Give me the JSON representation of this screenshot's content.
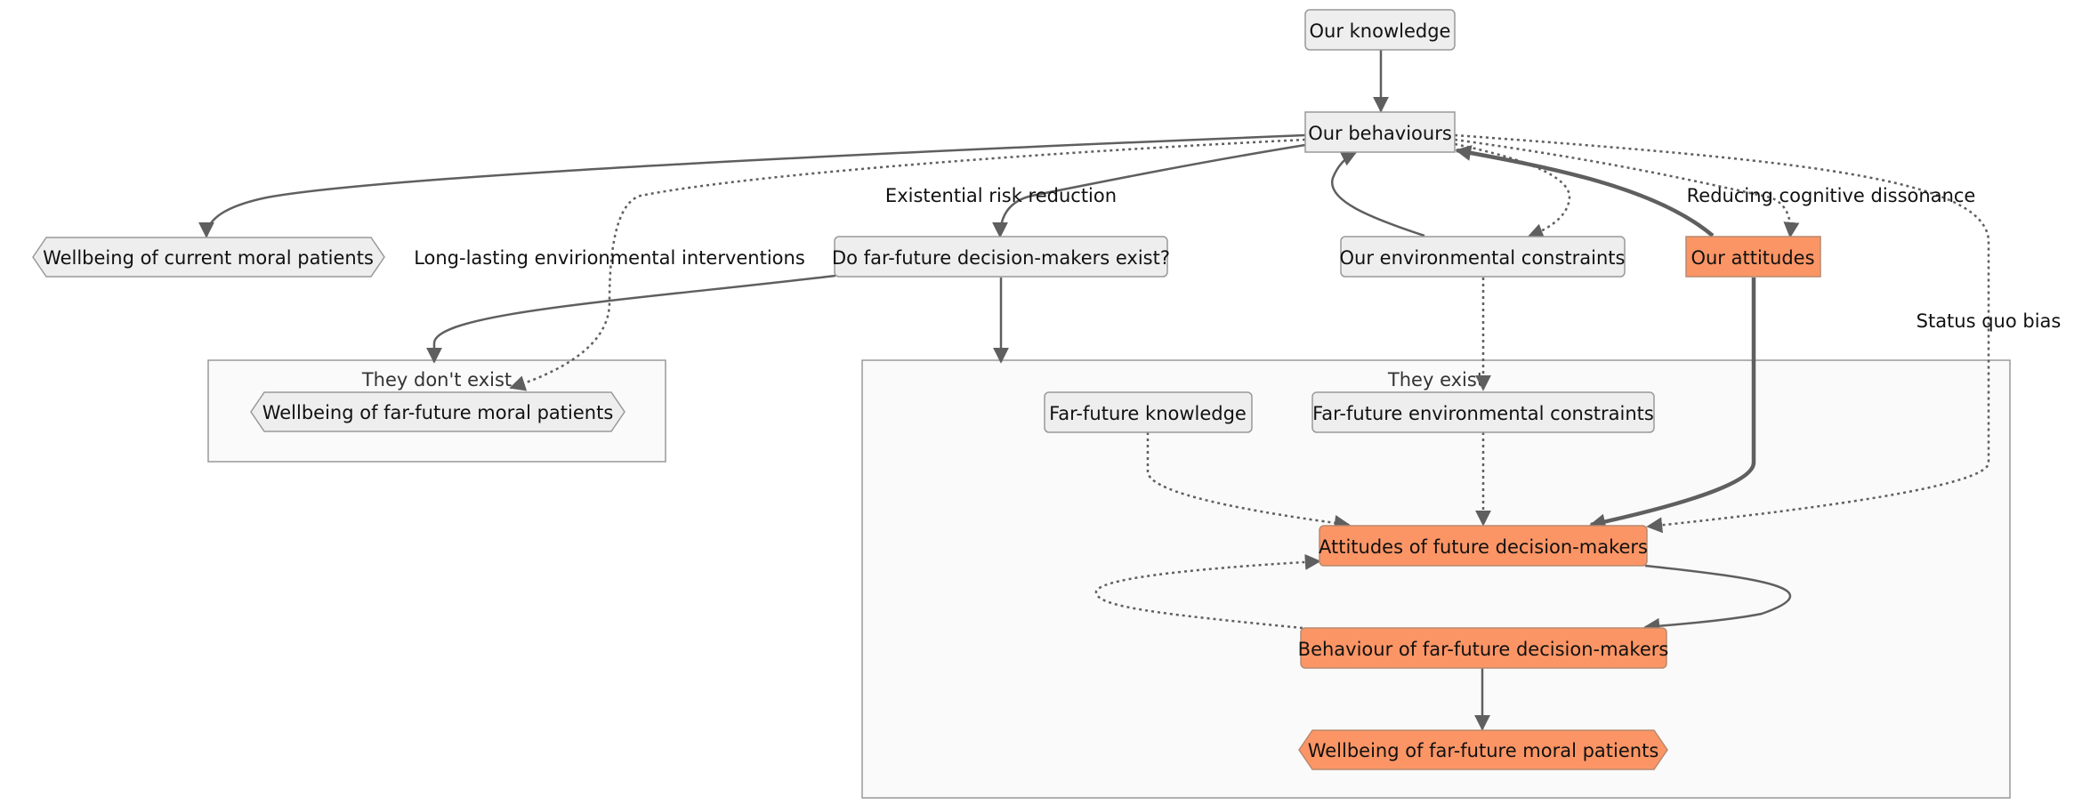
{
  "colors": {
    "node_fill": "#eeeeee",
    "node_stroke": "#999999",
    "highlight_fill": "#fc9565",
    "cluster_fill": "#fafafa",
    "edge": "#5f5f5f"
  },
  "nodes": {
    "our_knowledge": "Our knowledge",
    "our_behaviours": "Our behaviours",
    "wellbeing_current": "Wellbeing of current moral patients",
    "far_future_exist_question": "Do far-future decision-makers exist?",
    "our_env_constraints": "Our environmental constraints",
    "our_attitudes": "Our attitudes",
    "wellbeing_far_future_a": "Wellbeing of far-future moral patients",
    "far_future_knowledge": "Far-future knowledge",
    "far_future_env_constraints": "Far-future environmental constraints",
    "attitudes_future": "Attitudes of future decision-makers",
    "behaviour_far_future": "Behaviour of far-future decision-makers",
    "wellbeing_far_future_b": "Wellbeing of far-future moral patients"
  },
  "clusters": {
    "dont_exist": "They don't exist",
    "exist": "They exist"
  },
  "edge_labels": {
    "existential_risk": "Existential risk reduction",
    "long_lasting": "Long-lasting envirionmental interventions",
    "reducing_dissonance": "Reducing cognitive dissonance",
    "status_quo": "Status quo bias"
  }
}
